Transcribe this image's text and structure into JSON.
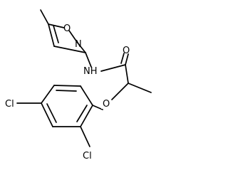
{
  "colors": {
    "background": "#ffffff",
    "bond": "#000000",
    "label": "#000000"
  },
  "molecule": {
    "atoms": {
      "isoxazole_o": "O",
      "isoxazole_n": "N",
      "amide_nh": "NH",
      "carbonyl_o": "O",
      "ether_o": "O",
      "cl_left": "Cl",
      "cl_bottom": "Cl"
    }
  }
}
